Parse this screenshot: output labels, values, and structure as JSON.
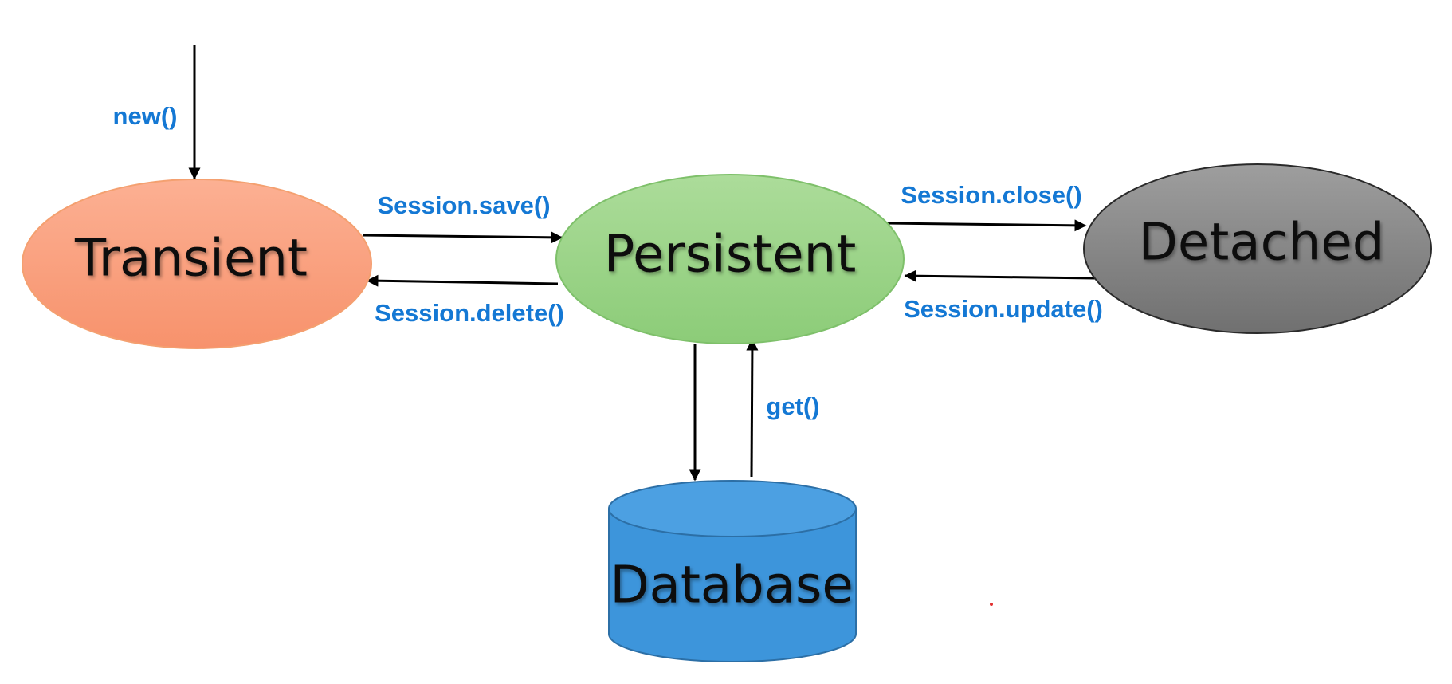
{
  "diagram": {
    "nodes": {
      "transient": {
        "label": "Transient"
      },
      "persistent": {
        "label": "Persistent"
      },
      "detached": {
        "label": "Detached"
      },
      "database": {
        "label": "Database"
      }
    },
    "edges": {
      "new": {
        "label": "new()"
      },
      "save": {
        "label": "Session.save()"
      },
      "delete": {
        "label": "Session.delete()"
      },
      "close": {
        "label": "Session.close()"
      },
      "update": {
        "label": "Session.update()"
      },
      "get": {
        "label": "get()"
      }
    }
  },
  "colors": {
    "transient_fill": "#f9a280",
    "transient_stroke": "#f4a070",
    "persistent_fill": "#9ed48a",
    "persistent_stroke": "#7ec06a",
    "detached_fill": "#8c8c8c",
    "detached_stroke": "#2a2a2a",
    "database_fill": "#3d95db",
    "database_stroke": "#2c6fa6",
    "edge_label": "#1478d4",
    "arrow": "#000000"
  }
}
